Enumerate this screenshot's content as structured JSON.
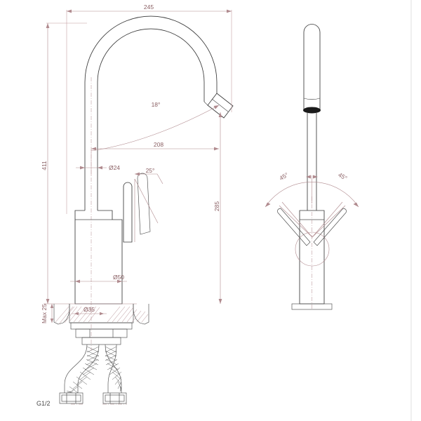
{
  "drawing": {
    "type": "technical-drawing",
    "subject": "kitchen-mixer-tap",
    "views": [
      "front-elevation",
      "side-elevation"
    ],
    "dimensions": {
      "overall_width": "245",
      "overall_height": "411",
      "spout_reach": "208",
      "spout_height": "285",
      "spout_tube_diameter": "Ø24",
      "body_diameter": "Ø50",
      "mounting_hole_diameter": "Ø35",
      "max_deck_thickness": "Max 25",
      "inlet_thread": "G1/2"
    },
    "angles": {
      "spout_tilt": "18°",
      "handle_lift": "25°",
      "swivel_left": "45°",
      "swivel_right": "45°"
    },
    "labels": {
      "width_245": "245",
      "reach_208": "208",
      "height_411": "411",
      "spout_height_285": "285",
      "dia_24": "Ø24",
      "dia_50": "Ø50",
      "dia_35": "Ø35",
      "max_25": "Max 25",
      "thread_g12": "G1/2",
      "angle_18": "18°",
      "angle_25": "25°",
      "angle_45_left": "45°",
      "angle_45_right": "45°"
    },
    "colors": {
      "part_line": "#3a3a3a",
      "dimension_line": "#b08a8e",
      "background": "#ffffff",
      "border": "#d8d8d8"
    }
  }
}
